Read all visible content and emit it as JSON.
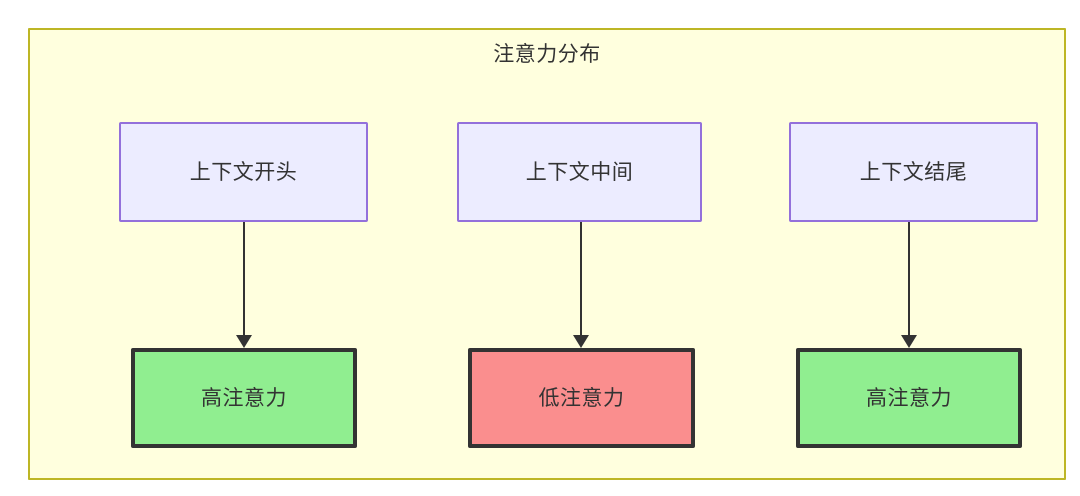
{
  "diagram": {
    "title": "注意力分布",
    "background_color": "#ffffff",
    "cluster": {
      "fill_color": "#ffffde",
      "border_color": "#bdb625"
    },
    "source_nodes": [
      {
        "id": "ctx-start",
        "label": "上下文开头",
        "fill_color": "#ececff",
        "border_color": "#9370db"
      },
      {
        "id": "ctx-middle",
        "label": "上下文中间",
        "fill_color": "#ececff",
        "border_color": "#9370db"
      },
      {
        "id": "ctx-end",
        "label": "上下文结尾",
        "fill_color": "#ececff",
        "border_color": "#9370db"
      }
    ],
    "result_nodes": [
      {
        "id": "attn-1",
        "label": "高注意力",
        "fill_color": "#90ee90",
        "border_color": "#333333"
      },
      {
        "id": "attn-2",
        "label": "低注意力",
        "fill_color": "#fa8e8e",
        "border_color": "#333333"
      },
      {
        "id": "attn-3",
        "label": "高注意力",
        "fill_color": "#90ee90",
        "border_color": "#333333"
      }
    ],
    "edges": [
      {
        "id": "edge-1",
        "from": "ctx-start",
        "to": "attn-1",
        "label": "",
        "color": "#333333"
      },
      {
        "id": "edge-2",
        "from": "ctx-middle",
        "to": "attn-2",
        "label": "",
        "color": "#333333"
      },
      {
        "id": "edge-3",
        "from": "ctx-end",
        "to": "attn-3",
        "label": "",
        "color": "#333333"
      }
    ]
  }
}
